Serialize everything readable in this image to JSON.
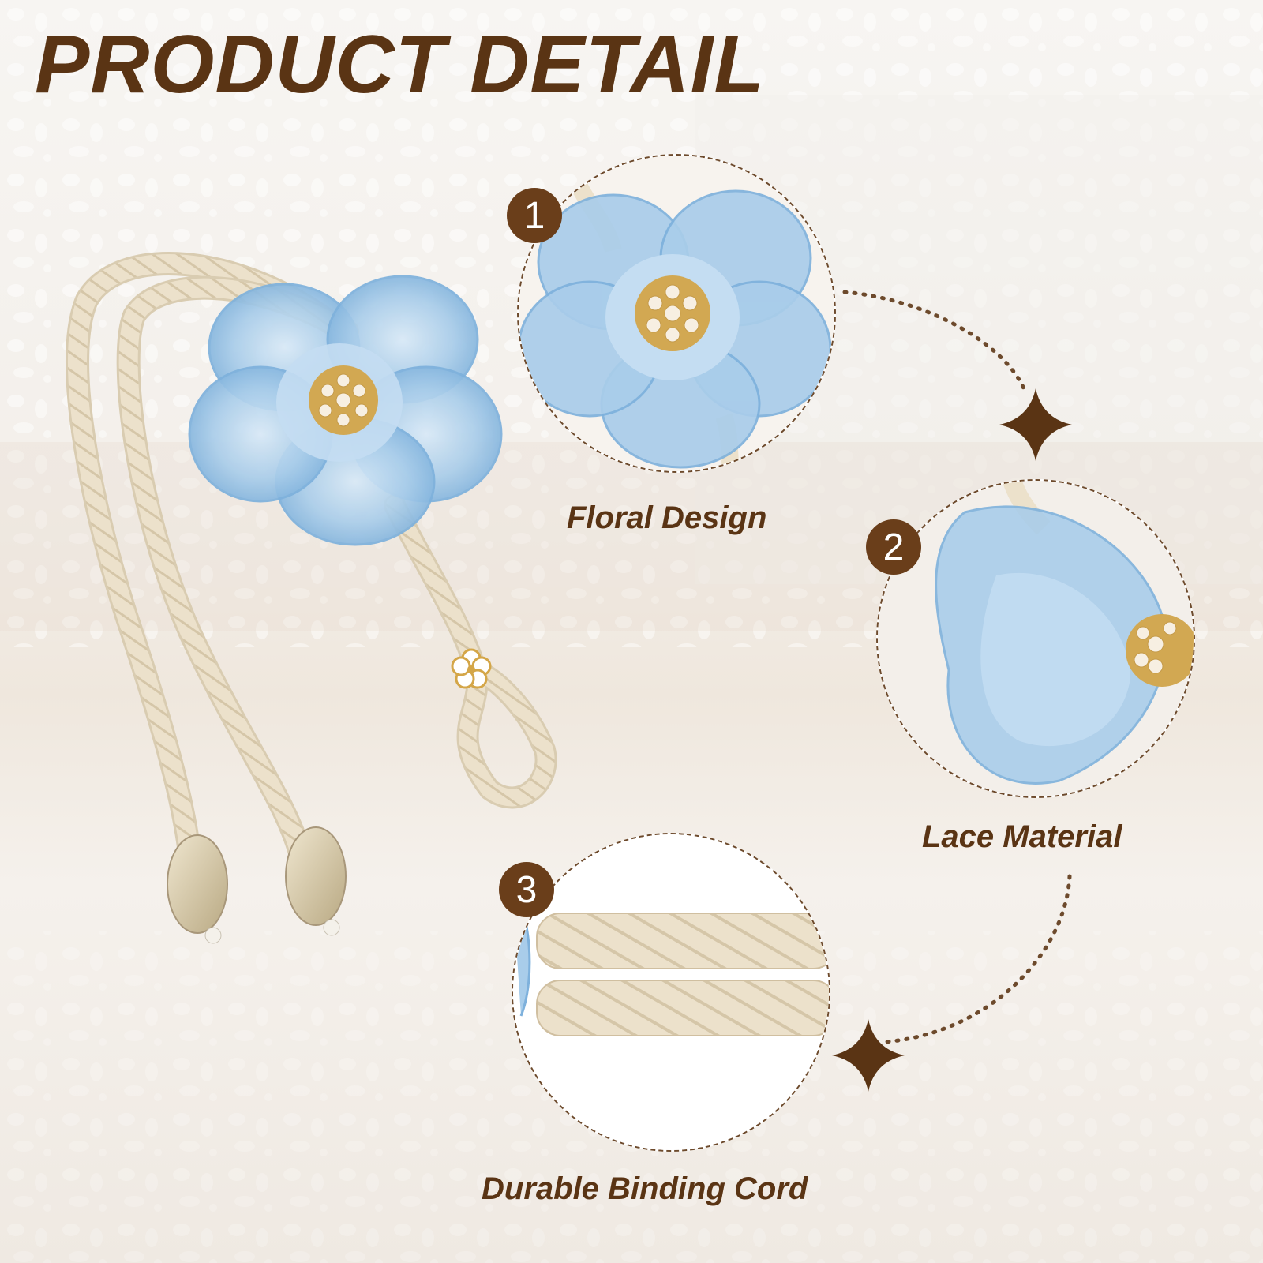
{
  "title": "PRODUCT DETAIL",
  "colors": {
    "brown": "#5a3414",
    "badge": "#6a3e1a",
    "flower": "#a9cdea",
    "flower_edge": "#7eb1dc",
    "cord": "#ece1cb",
    "dotted": "#6d4a2c"
  },
  "callouts": [
    {
      "number": "1",
      "label": "Floral Design"
    },
    {
      "number": "2",
      "label": "Lace Material"
    },
    {
      "number": "3",
      "label": "Durable Binding Cord"
    }
  ],
  "icons": [
    "sparkle-star-icon",
    "sparkle-star-icon"
  ]
}
